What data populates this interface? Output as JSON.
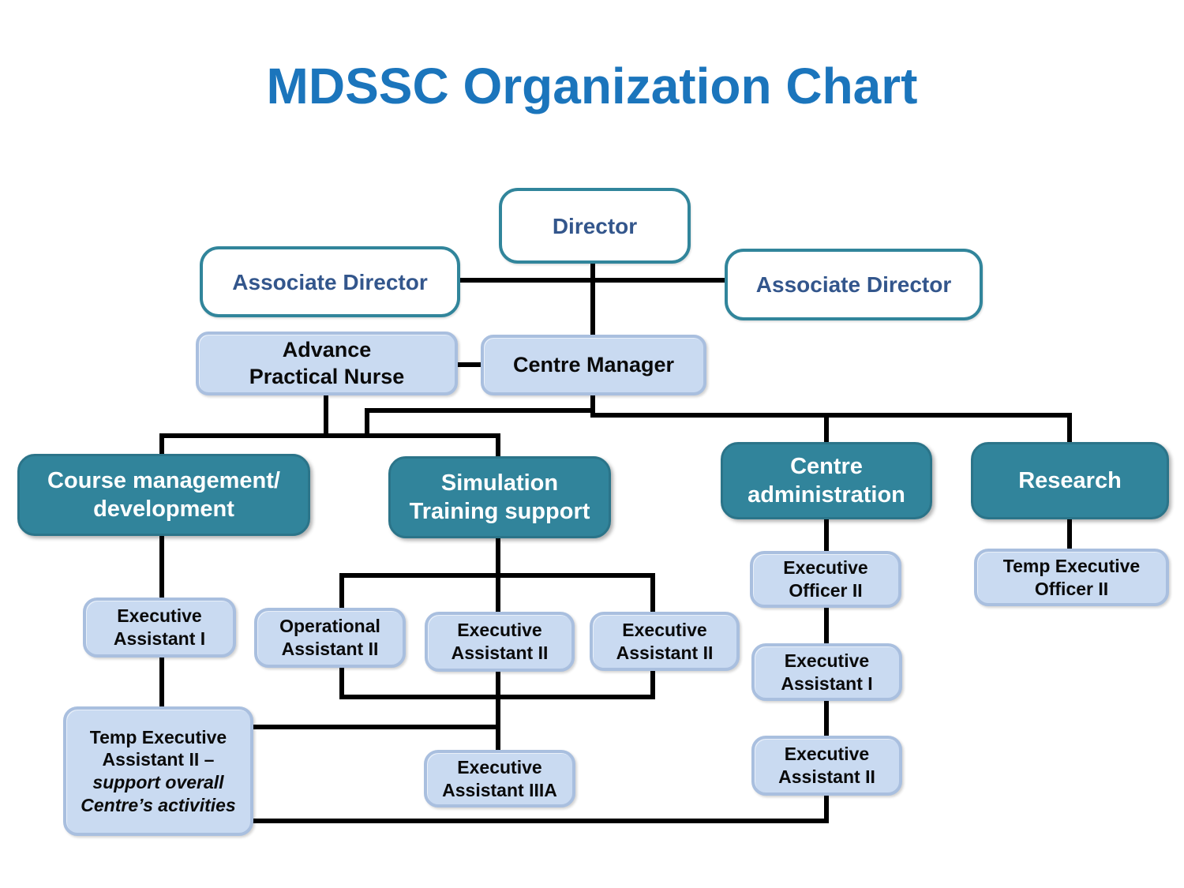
{
  "title": "MDSSC Organization Chart",
  "colors": {
    "title_blue": "#1b75bc",
    "outline_box_border_teal": "#31859b",
    "outline_box_text_navy": "#33568c",
    "light_blue_fill": "#c9daf1",
    "light_blue_border": "#a9bfdf",
    "teal_fill": "#31849b",
    "connector_black": "#000000"
  },
  "nodes": {
    "director": {
      "label": "Director"
    },
    "assoc_director_left": {
      "label": "Associate Director"
    },
    "assoc_director_right": {
      "label": "Associate Director"
    },
    "advance_practical_nurse": {
      "lines": [
        "Advance",
        "Practical Nurse"
      ]
    },
    "centre_manager": {
      "label": "Centre Manager"
    },
    "course_management": {
      "lines": [
        "Course management/",
        "development"
      ]
    },
    "simulation_training": {
      "lines": [
        "Simulation",
        "Training support"
      ]
    },
    "centre_administration": {
      "lines": [
        "Centre",
        "administration"
      ]
    },
    "research": {
      "label": "Research"
    },
    "exec_assistant_1_left": {
      "lines": [
        "Executive",
        "Assistant I"
      ]
    },
    "operational_assistant_2": {
      "lines": [
        "Operational",
        "Assistant II"
      ]
    },
    "exec_assistant_2_mid": {
      "lines": [
        "Executive",
        "Assistant II"
      ]
    },
    "exec_assistant_2_right": {
      "lines": [
        "Executive",
        "Assistant II"
      ]
    },
    "exec_officer_2": {
      "lines": [
        "Executive",
        "Officer II"
      ]
    },
    "temp_exec_officer_2": {
      "lines": [
        "Temp Executive",
        "Officer II"
      ]
    },
    "exec_assistant_1_admin": {
      "lines": [
        "Executive",
        "Assistant I"
      ]
    },
    "exec_assistant_2_admin": {
      "lines": [
        "Executive",
        "Assistant II"
      ]
    },
    "temp_exec_assistant_2": {
      "lines": [
        "Temp Executive",
        "Assistant II –",
        "support overall",
        "Centre’s activities"
      ]
    },
    "exec_assistant_3a": {
      "lines": [
        "Executive",
        "Assistant IIIA"
      ]
    }
  },
  "edges": [
    [
      "director",
      "centre_manager"
    ],
    [
      "assoc_director_left",
      "assoc_director_right"
    ],
    [
      "advance_practical_nurse",
      "centre_manager"
    ],
    [
      "centre_manager",
      "course_management"
    ],
    [
      "centre_manager",
      "simulation_training"
    ],
    [
      "centre_manager",
      "centre_administration"
    ],
    [
      "centre_manager",
      "research"
    ],
    [
      "advance_practical_nurse",
      "course_management"
    ],
    [
      "course_management",
      "exec_assistant_1_left"
    ],
    [
      "exec_assistant_1_left",
      "temp_exec_assistant_2"
    ],
    [
      "simulation_training",
      "operational_assistant_2"
    ],
    [
      "simulation_training",
      "exec_assistant_2_mid"
    ],
    [
      "simulation_training",
      "exec_assistant_2_right"
    ],
    [
      "exec_assistant_2_mid",
      "exec_assistant_3a"
    ],
    [
      "temp_exec_assistant_2",
      "exec_assistant_3a"
    ],
    [
      "centre_administration",
      "exec_officer_2"
    ],
    [
      "exec_officer_2",
      "exec_assistant_1_admin"
    ],
    [
      "exec_assistant_1_admin",
      "exec_assistant_2_admin"
    ],
    [
      "exec_assistant_2_admin",
      "temp_exec_assistant_2"
    ],
    [
      "research",
      "temp_exec_officer_2"
    ]
  ]
}
